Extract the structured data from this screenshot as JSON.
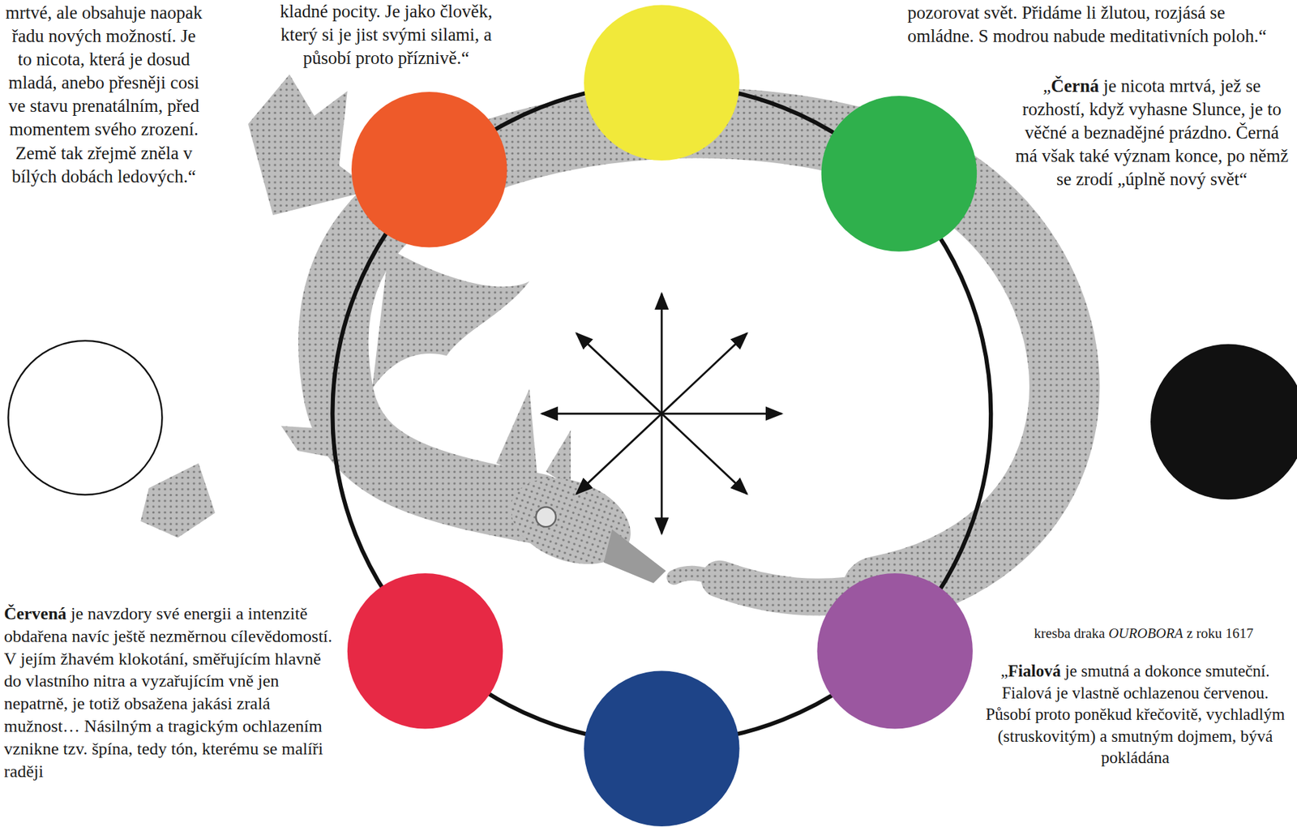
{
  "diagram": {
    "caption": "kresba draka OUROBORA z roku 1617",
    "labels": [
      "mrtvé, ale obsahuje naopak řadu nových možností. Je to nicota, která je dosud mladá, anebo přesněji cosi ve stavu prenatálním, před momentem svého zrození. Země tak zřejmě zněla v bílých dobách ledových.“",
      "kladné pocity. Je jako člověk, který si je jist svými silami, a působí proto příznivě.“",
      "pozorovat svět. Přidáme li žlutou, rozjásá se omládne. S modrou nabude meditativních poloh.“",
      "„Černá je nicota mrtvá, jež se rozhostí, když vyhasne Slunce, je to věčné a beznadějné prázdno. Černá má však také význam konce, po němž se zrodí „úplně nový svět“",
      "Červená je navzdory své energii a intenzitě obdařena navíc ještě nezměrnou cílevědomostí. V jejím žhavém klokotání, směřujícím hlavně do vlastního nitra a vyzařujícím vně jen nepatrně, je totiž obsažena jakási zralá mužnost… Násilným a tragickým ochlazením vznikne tzv. špína, tedy tón, kterému se malíři raději",
      "„Fialová je smutná a dokonce smuteční. Fialová je vlastně ochlazenou červenou. Působí proto poněkud křečovitě, vychladlým (struskovitým) a smutným dojmem, bývá pokládána"
    ]
  }
}
